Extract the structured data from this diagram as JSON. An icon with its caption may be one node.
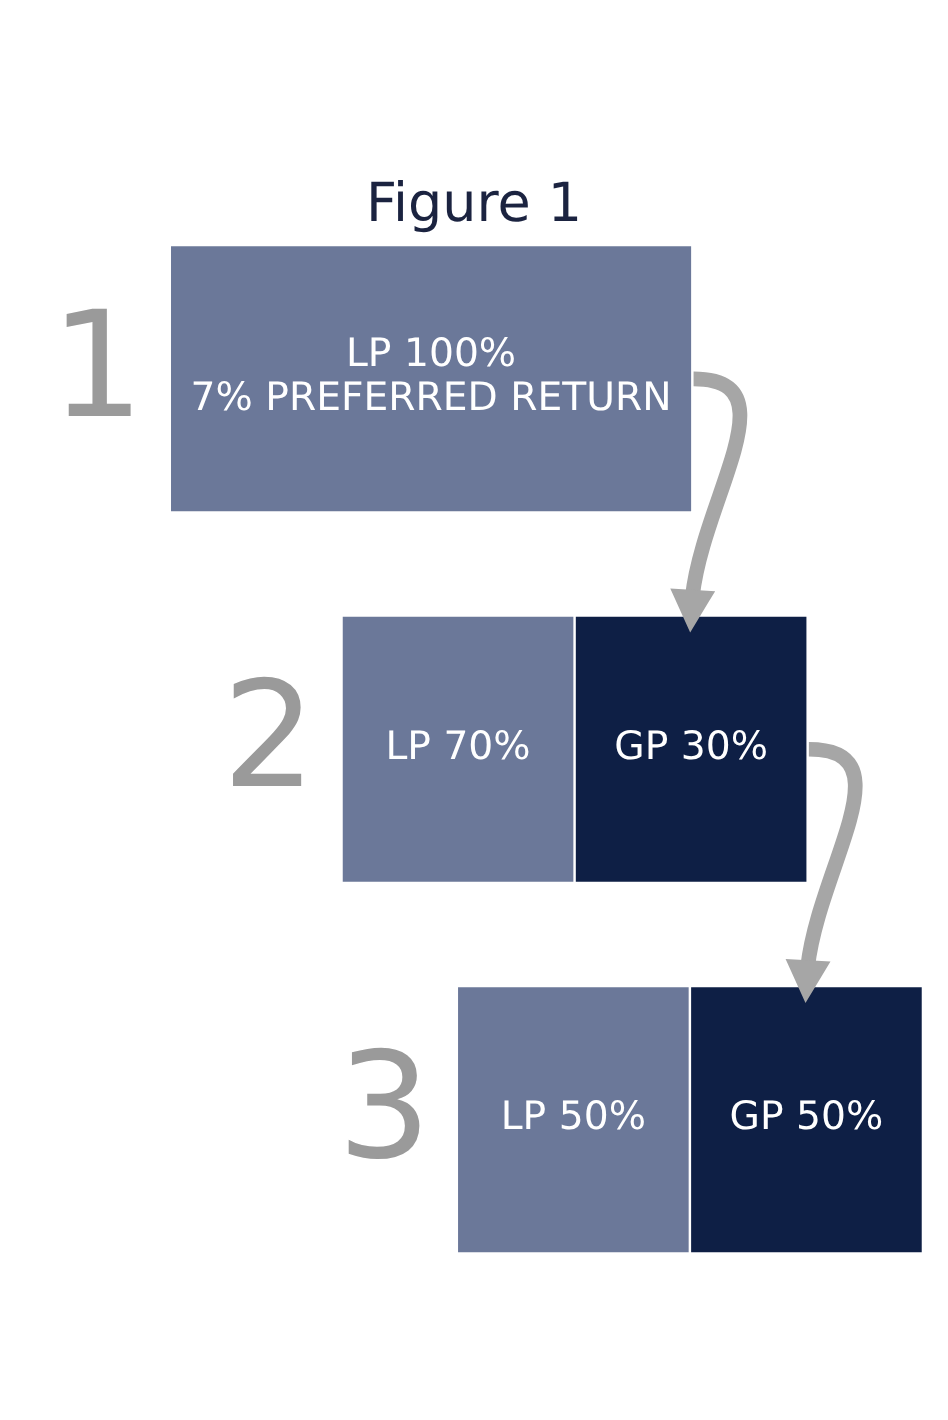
{
  "diagram": {
    "title": "Figure 1",
    "nodes": [
      {
        "text": [
          "LP 100%",
          "7% PREFERRED RETURN"
        ],
        "beside": [
          "1"
        ]
      },
      {
        "text": [
          "LP 70%"
        ],
        "beside": [
          "2"
        ]
      },
      {
        "text": [
          "GP 30%"
        ]
      },
      {
        "text": [
          "LP 50%"
        ],
        "beside": [
          "3"
        ]
      },
      {
        "text": [
          "GP 50%"
        ]
      }
    ],
    "edges": [
      {
        "from": 0,
        "to": 2,
        "arrow": "to"
      },
      {
        "from": 2,
        "to": 4,
        "arrow": "to"
      }
    ]
  }
}
